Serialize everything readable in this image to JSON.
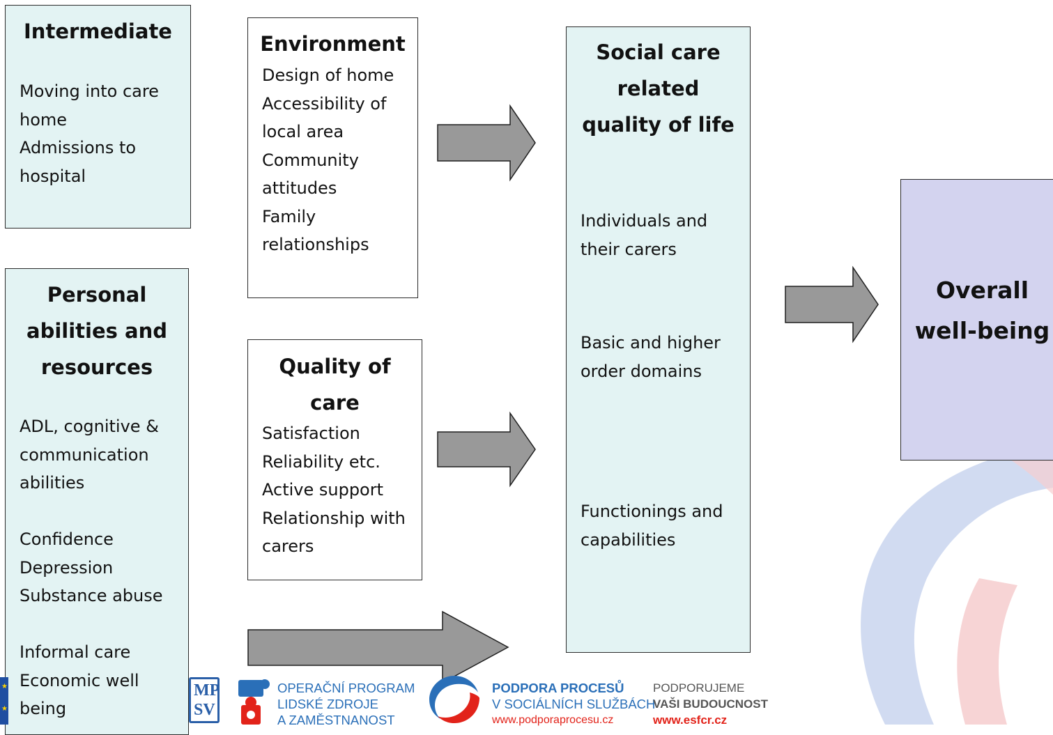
{
  "intermediate": {
    "title": "Intermediate",
    "lines": [
      "Moving into care",
      "home",
      "Admissions to",
      "hospital"
    ]
  },
  "environment": {
    "title": "Environment",
    "lines": [
      "Design of home",
      "Accessibility of",
      "local area",
      "Community",
      "attitudes",
      "Family",
      "relationships"
    ]
  },
  "quality_of_care": {
    "title_lines": [
      "Quality of",
      "care"
    ],
    "lines": [
      "Satisfaction",
      "Reliability etc.",
      "Active support",
      "Relationship with",
      "carers"
    ]
  },
  "personal": {
    "title_lines": [
      "Personal",
      "abilities and",
      "resources"
    ],
    "group1": [
      "ADL, cognitive &",
      "communication",
      "abilities"
    ],
    "group2": [
      "Confidence",
      "Depression",
      "Substance abuse"
    ],
    "group3": [
      "Informal care",
      "Economic well",
      "being"
    ]
  },
  "social_care": {
    "title_lines": [
      "Social care",
      "related",
      "quality of life"
    ],
    "item1": [
      "Individuals and",
      "their carers"
    ],
    "item2": [
      "Basic and higher",
      "order domains"
    ],
    "item3": [
      "Functionings and",
      "capabilities"
    ]
  },
  "overall": {
    "title_lines": [
      "Overall",
      "well-being"
    ]
  },
  "logos": {
    "oplzz": [
      "OPERAČNÍ PROGRAM",
      "LIDSKÉ ZDROJE",
      "A ZAMĚSTNANOST"
    ],
    "podpora": [
      "PODPORA PROCESŮ",
      "V SOCIÁLNÍCH SLUŽBÁCH",
      "www.podporaprocesu.cz"
    ],
    "esf": [
      "PODPORUJEME",
      "VAŠI BUDOUCNOST",
      "www.esfcr.cz"
    ],
    "mpsv_top": "MP",
    "mpsv_bottom": "SV"
  },
  "colors": {
    "teal_box": "#e3f3f3",
    "lilac_box": "#d3d3ef",
    "arrow_fill": "#999999",
    "logo_blue": "#2a6fb8",
    "logo_red": "#e2231a"
  }
}
